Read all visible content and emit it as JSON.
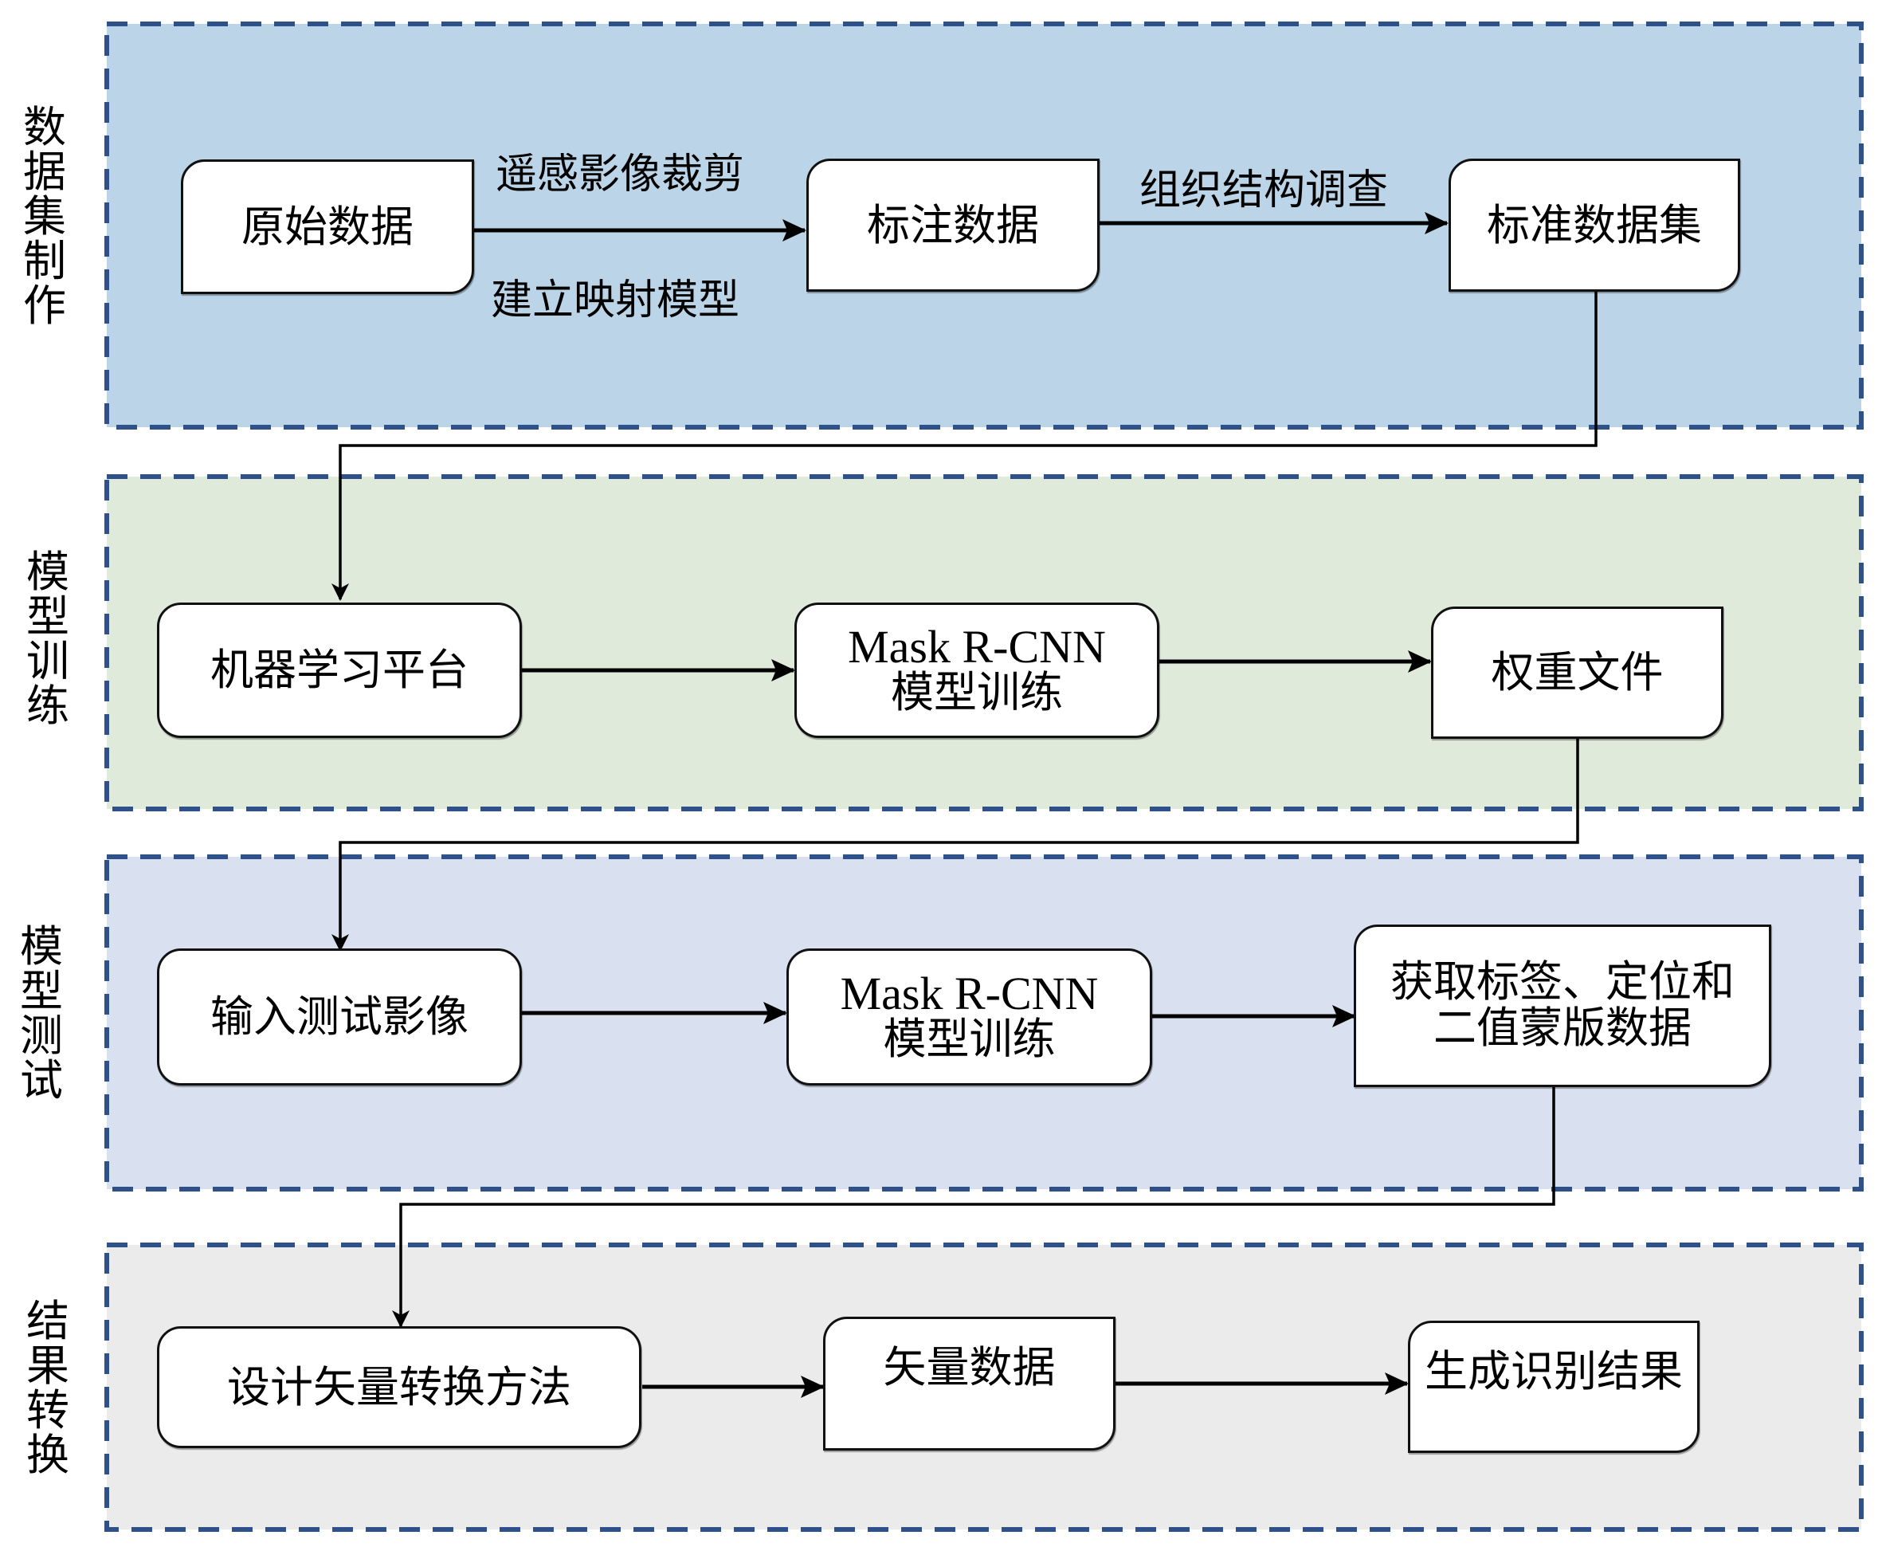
{
  "colors": {
    "section_border": "#2f5189",
    "section_fills": [
      "#bcd4e8",
      "#dfeadb",
      "#d9e1f0",
      "#ebebeb"
    ],
    "box_fill": "#ffffff",
    "line": "#000000"
  },
  "sections": [
    {
      "id": "dataset-production",
      "label": "数据集制作",
      "nodes": [
        {
          "id": "raw-data",
          "text": "原始数据"
        },
        {
          "id": "annotated-data",
          "text": "标注数据"
        },
        {
          "id": "standard-dataset",
          "text": "标准数据集"
        }
      ],
      "edge_labels": [
        {
          "text": "遥感影像裁剪"
        },
        {
          "text": "建立映射模型"
        },
        {
          "text": "组织结构调查"
        }
      ]
    },
    {
      "id": "model-training",
      "label": "模型训练",
      "nodes": [
        {
          "id": "ml-platform",
          "text": "机器学习平台"
        },
        {
          "id": "maskrcnn-train",
          "text_line1": "Mask R-CNN",
          "text_line2": "模型训练"
        },
        {
          "id": "weight-file",
          "text": "权重文件"
        }
      ]
    },
    {
      "id": "model-testing",
      "label": "模型测试",
      "nodes": [
        {
          "id": "input-test-image",
          "text": "输入测试影像"
        },
        {
          "id": "maskrcnn-test",
          "text_line1": "Mask R-CNN",
          "text_line2": "模型训练"
        },
        {
          "id": "get-labels",
          "text_line1": "获取标签、定位和",
          "text_line2": "二值蒙版数据"
        }
      ]
    },
    {
      "id": "result-conversion",
      "label": "结果转换",
      "nodes": [
        {
          "id": "design-vector-method",
          "text": "设计矢量转换方法"
        },
        {
          "id": "vector-data",
          "text": "矢量数据"
        },
        {
          "id": "generate-results",
          "text": "生成识别结果"
        }
      ]
    }
  ]
}
